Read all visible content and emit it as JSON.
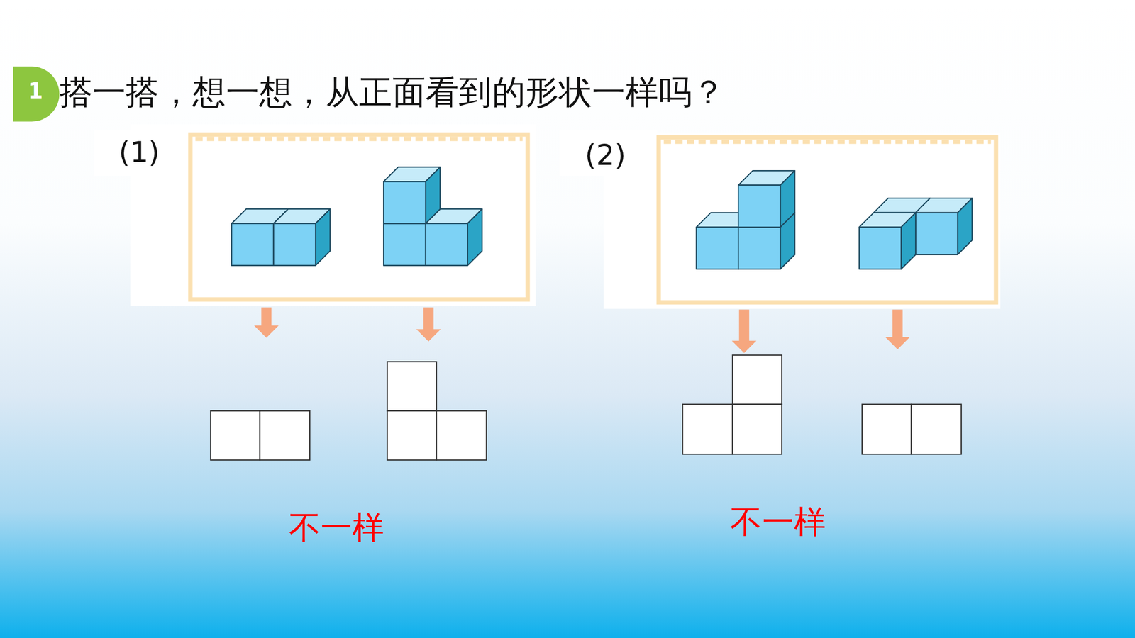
{
  "diagram": {
    "title": "搭一搭，想一想，从正面看到的形状一样吗？",
    "labels": [
      "1",
      "(1)",
      "(2)",
      "不一样",
      "不一样"
    ]
  }
}
